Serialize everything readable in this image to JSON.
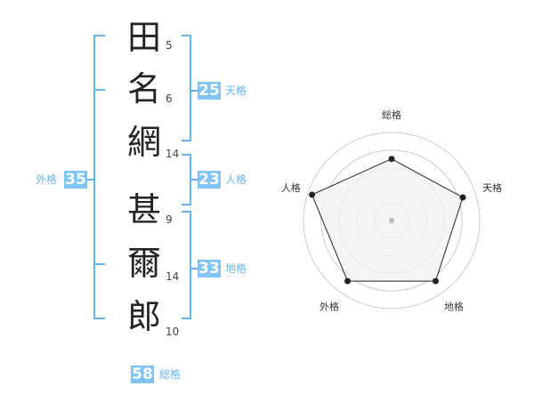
{
  "theme": {
    "accent": "#64b5f6",
    "badge_bg": "#7fc4f5",
    "chart_line": "#222222",
    "chart_fill": "#f1f1f1",
    "ring": "#cccccc"
  },
  "name": [
    {
      "char": "田",
      "strokes": "5"
    },
    {
      "char": "名",
      "strokes": "6"
    },
    {
      "char": "網",
      "strokes": "14"
    },
    {
      "char": "甚",
      "strokes": "9"
    },
    {
      "char": "爾",
      "strokes": "14"
    },
    {
      "char": "郎",
      "strokes": "10"
    }
  ],
  "badges": {
    "tenkaku": {
      "value": "25",
      "label": "天格"
    },
    "jinkaku": {
      "value": "23",
      "label": "人格"
    },
    "chikaku": {
      "value": "33",
      "label": "地格"
    },
    "gaikaku": {
      "value": "35",
      "label": "外格"
    },
    "soukaku": {
      "value": "58",
      "label": "総格"
    }
  },
  "chart_data": {
    "type": "radar",
    "axes": [
      "総格",
      "天格",
      "地格",
      "外格",
      "人格"
    ],
    "values": [
      0.7,
      0.85,
      0.85,
      0.85,
      0.95
    ],
    "rings": 5,
    "center_marker": true
  }
}
